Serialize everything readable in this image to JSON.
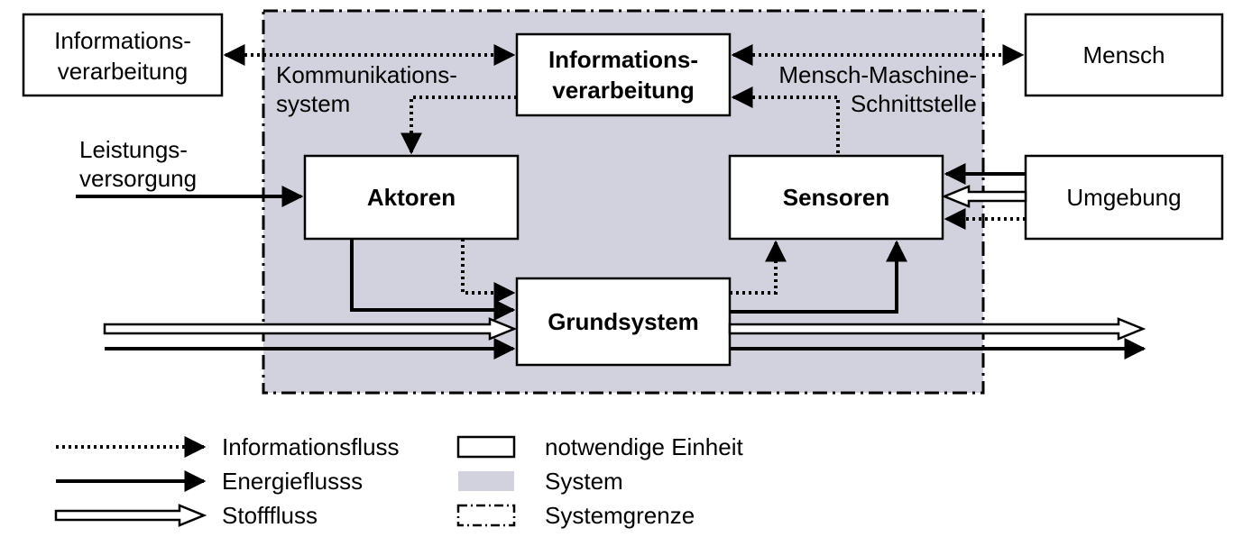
{
  "nodes": {
    "info_external": {
      "line1": "Informations-",
      "line2": "verarbeitung"
    },
    "info_internal": {
      "line1": "Informations-",
      "line2": "verarbeitung"
    },
    "mensch": "Mensch",
    "aktoren": "Aktoren",
    "sensoren": "Sensoren",
    "umgebung": "Umgebung",
    "grundsystem": "Grundsystem"
  },
  "labels": {
    "kommunikation": {
      "line1": "Kommunikations-",
      "line2": "system"
    },
    "mmi": {
      "line1": "Mensch-Maschine-",
      "line2": "Schnittstelle"
    },
    "leistung": {
      "line1": "Leistungs-",
      "line2": "versorgung"
    }
  },
  "legend": {
    "info_flow": "Informationsfluss",
    "energy_flow": "Energieflusss",
    "material_flow": "Stofffluss",
    "unit": "notwendige Einheit",
    "system": "System",
    "boundary": "Systemgrenze"
  },
  "colors": {
    "system_fill": "#d2d2de",
    "stroke": "#000000",
    "box_fill": "#ffffff"
  }
}
